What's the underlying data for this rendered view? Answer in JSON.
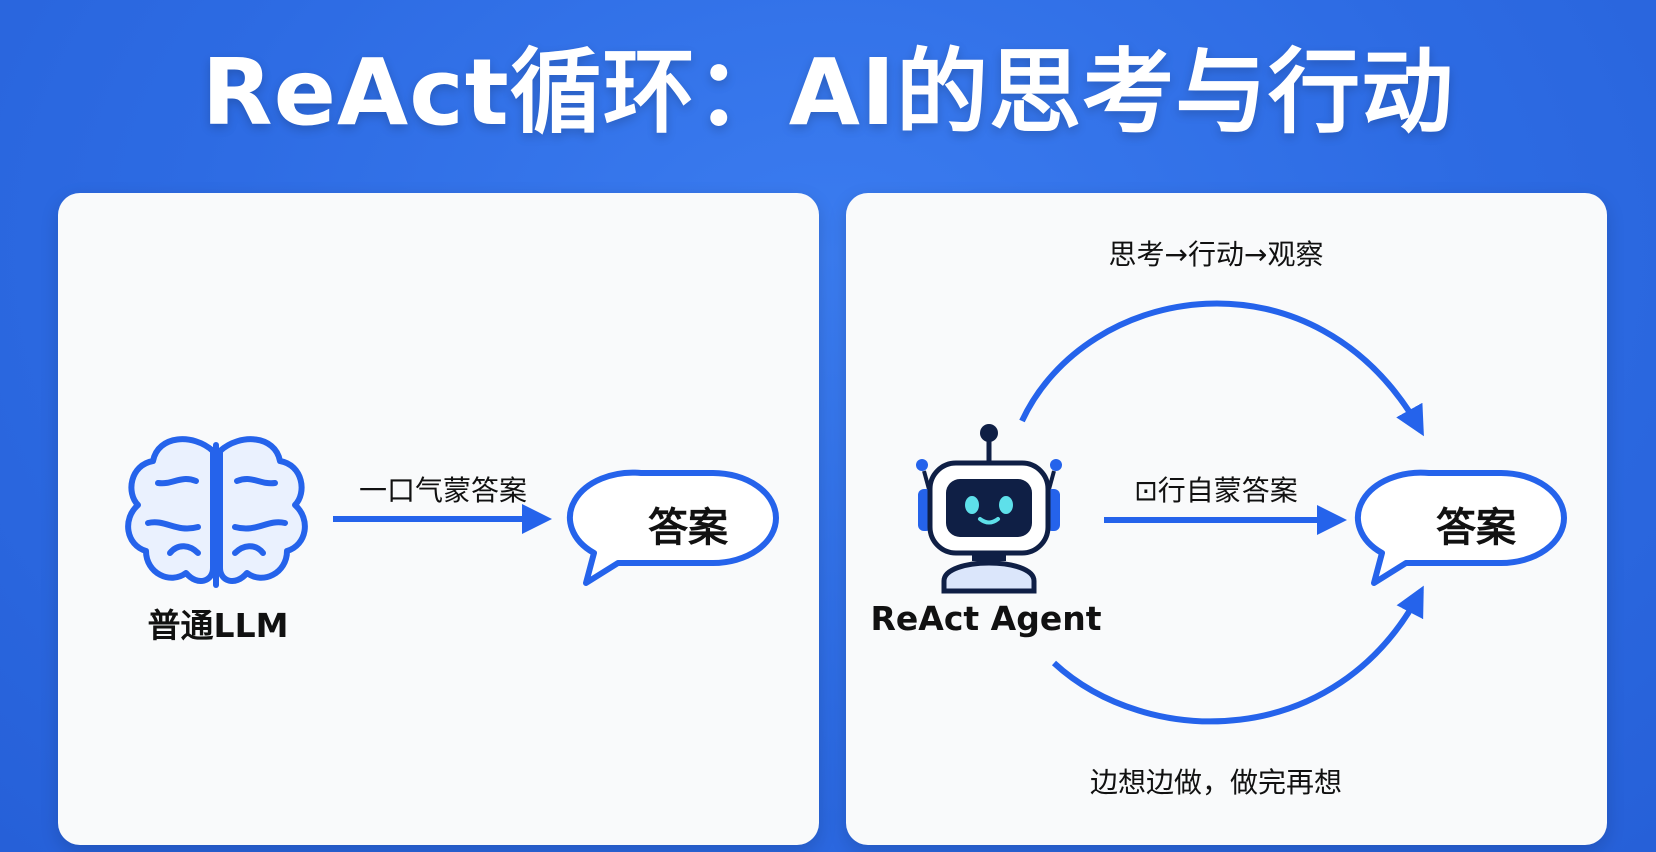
{
  "title": "ReAct循环：AI的思考与行动",
  "left_panel": {
    "icon": "brain-icon",
    "model_label": "普通LLM",
    "arrow_label": "一口气蒙答案",
    "bubble_text": "答案"
  },
  "right_panel": {
    "icon": "robot-icon",
    "agent_label": "ReAct Agent",
    "loop_top_label": "思考→行动→观察",
    "arrow_label": "⊡行自蒙答案",
    "bubble_text": "答案",
    "loop_bottom_label": "边想边做，做完再想"
  },
  "colors": {
    "background": "#2f6fe6",
    "accent": "#2563eb",
    "panel": "#f9fafb",
    "robot_face": "#0f1f45",
    "robot_eye": "#5ee0ea"
  }
}
